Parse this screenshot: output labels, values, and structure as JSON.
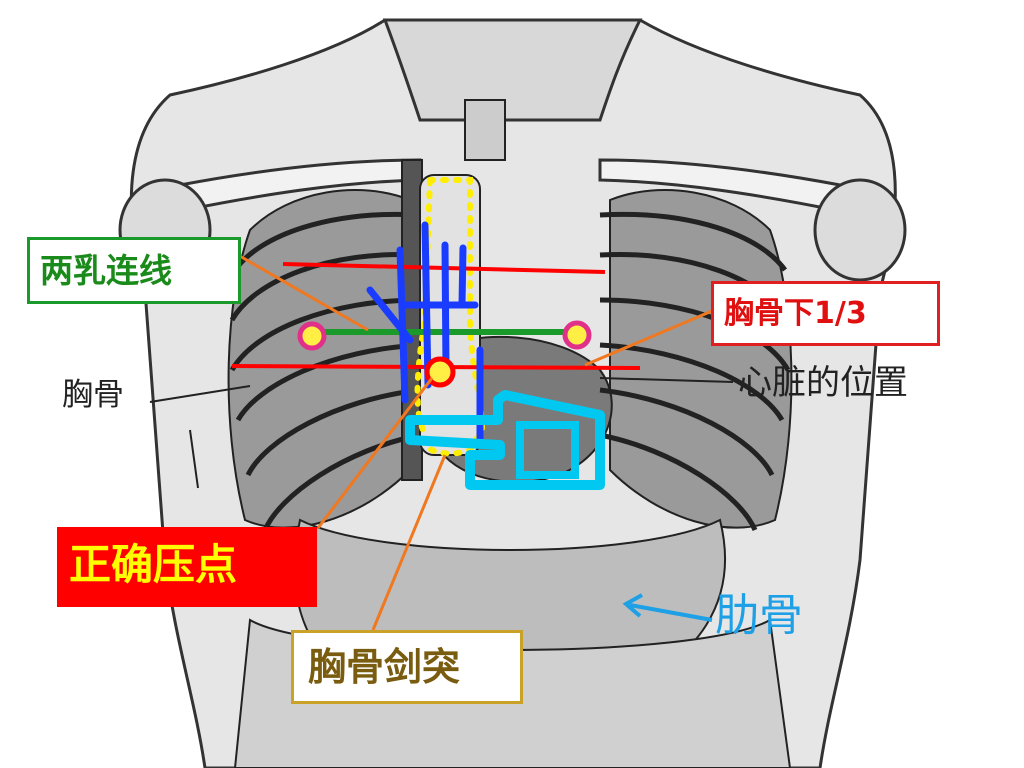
{
  "labels": {
    "nipple_line": "两乳连线",
    "sternum_lower_third": "胸骨下1/3",
    "correct_press_point": "正确压点",
    "xiphoid": "胸骨剑突",
    "rib": "肋骨",
    "sternum": "胸骨",
    "heart_position": "心脏的位置"
  },
  "colors": {
    "nipple_line": "#1a9a2a",
    "reference_lines": "#ff0000",
    "hand_outline": "#00c8f0",
    "fingers": "#1a3cff",
    "sternum_outline": "#ffee00",
    "pointer_lines": "#f07820",
    "rib_arrow": "#1ea0e6",
    "nipple_marker": "#e0308a",
    "press_point": "#ff0000"
  }
}
